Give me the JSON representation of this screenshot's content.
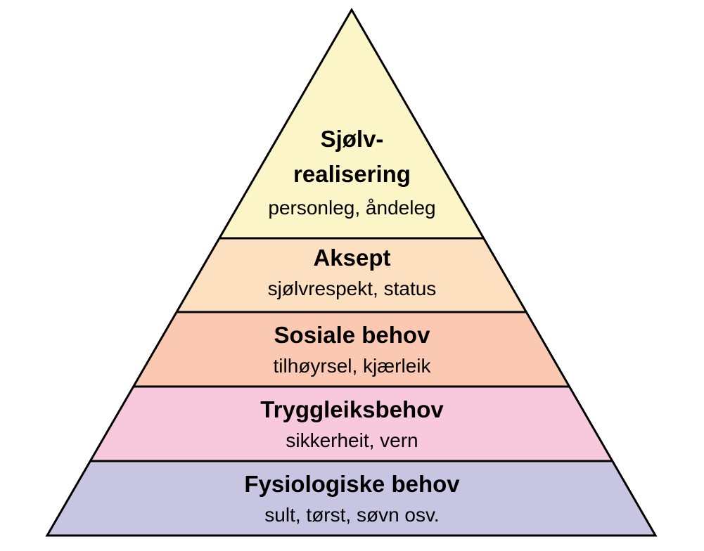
{
  "diagram": {
    "type": "pyramid",
    "levels": [
      {
        "title_line1": "Sjølv-",
        "title_line2": "realisering",
        "subtitle": "personleg, åndeleg",
        "color": "#fcf5c7"
      },
      {
        "title": "Aksept",
        "subtitle": "sjølvrespekt, status",
        "color": "#fde0c0"
      },
      {
        "title": "Sosiale behov",
        "subtitle": "tilhøyrsel, kjærleik",
        "color": "#fbc9b1"
      },
      {
        "title": "Tryggleiksbehov",
        "subtitle": "sikkerheit, vern",
        "color": "#f8c8dd"
      },
      {
        "title": "Fysiologiske behov",
        "subtitle": "sult, tørst, søvn osv.",
        "color": "#c8c5e2"
      }
    ]
  }
}
